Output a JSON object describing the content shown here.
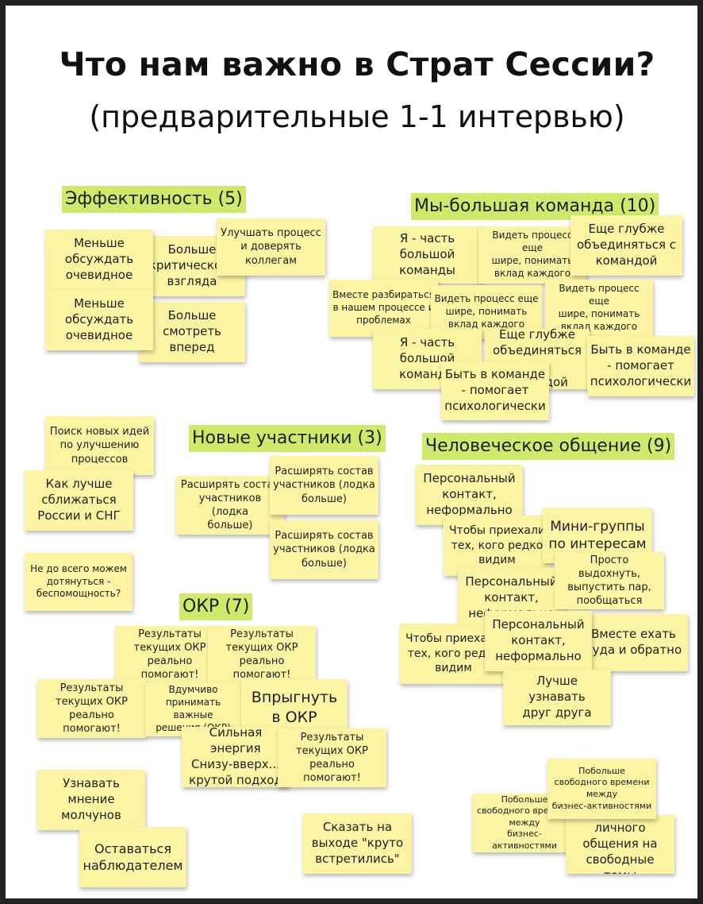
{
  "board": {
    "title": "Что нам важно в Страт Сессии?",
    "subtitle": "(предварительные 1-1 интервью)"
  },
  "categories": {
    "efficiency": "Эффективность (5)",
    "team": "Мы-большая команда (10)",
    "newcomers": "Новые участники (3)",
    "communication": "Человеческое общение (9)",
    "okr": "ОКР (7)"
  },
  "notes": {
    "n01": "Меньше\nобсуждать\nочевидное",
    "n02": "Больше\nкритического\nвзгляда",
    "n03": "Улучшать процесс\nи доверять\nколлегам",
    "n04": "Меньше\nобсуждать\nочевидное",
    "n05": "Больше\nсмотреть\nвперед",
    "n06": "Я - часть\nбольшой\nкоманды",
    "n07": "Видеть процесс еще\nшире, понимать\nвклад каждого",
    "n08": "Еще глубже\nобъединяться с\nкомандой",
    "n09": "Вместе разбираться\nв нашем процессе и\nпроблемах",
    "n10": "Видеть процесс еще\nшире, понимать\nвклад каждого",
    "n11": "Видеть процесс еще\nшире, понимать\nвклад каждого",
    "n12": "Я - часть\nбольшой\nкоманды",
    "n13": "Еще глубже\nобъединяться с\nкомандой",
    "n14": "Быть в команде\n- помогает\nпсихологически",
    "n15": "Быть в команде\n- помогает\nпсихологически",
    "n16": "Поиск новых идей\nпо улучшению\nпроцессов",
    "n17": "Как лучше\nсближаться\nРоссии и СНГ",
    "n18": "Не до всего можем\nдотянуться -\nбеспомощность?",
    "n19": "Расширять состав\nучастников (лодка\nбольше)",
    "n20": "Расширять состав\nучастников (лодка\nбольше)",
    "n21": "Расширять состав\nучастников (лодка\nбольше)",
    "n22": "Персональный\nконтакт,\nнеформально",
    "n23": "Чтобы приехали\nтех, кого редко\nвидим",
    "n24": "Мини-группы\nпо интересам",
    "n25": "Персональный\nконтакт,\nнеформально",
    "n26": "Просто выдохнуть,\nвыпустить пар,\nпообщаться",
    "n27": "Чтобы приехали\nтех, кого редко\nвидим",
    "n28": "Персональный\nконтакт,\nнеформально",
    "n29": "Вместе ехать\nтуда и обратно",
    "n30": "Лучше узнавать\nдруг друга",
    "n31": "Результаты\nтекущих ОКР\nреально помогают!",
    "n32": "Результаты\nтекущих ОКР\nреально помогают!",
    "n33": "Результаты\nтекущих ОКР\nреально помогают!",
    "n34": "Вдумчиво\nпринимать важные\nрешения (ОКР)",
    "n35": "Впрыгнуть\nв ОКР",
    "n36": "Сильная энергия\nСнизу-вверх...\nкрутой подход",
    "n37": "Результаты\nтекущих ОКР\nреально помогают!",
    "n38": "Узнавать\nмнение\nмолчунов",
    "n39": "Оставаться\nнаблюдателем",
    "n40": "Сказать на\nвыходе \"круто\nвстретились\"",
    "n41": "Побольше\nсвободного времени\nмежду\nбизнес-активностями",
    "n42": "Побольше\nсвободного времени\nмежду\nбизнес-активностями",
    "n43": "Побольше личного\nобщения на\nсвободные темы"
  }
}
